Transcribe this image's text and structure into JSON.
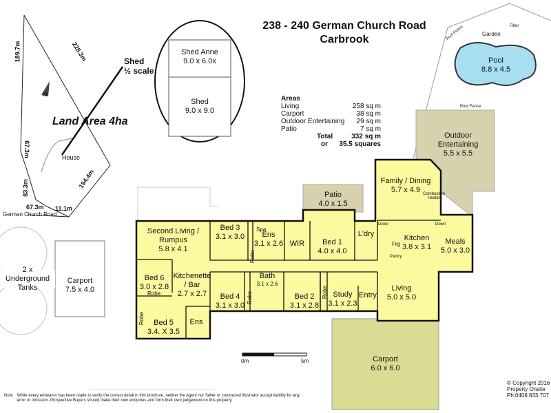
{
  "title": {
    "line1": "238 - 240 German Church Road",
    "line2": "Carbrook"
  },
  "areas": {
    "heading": "Areas",
    "rows": [
      {
        "label": "Living",
        "value": "258 sq m"
      },
      {
        "label": "Carport",
        "value": "38 sq m"
      },
      {
        "label": "Outdoor Entertaining",
        "value": "29 sq m"
      },
      {
        "label": "Patio",
        "value": "7 sq m"
      }
    ],
    "total_label": "Total",
    "total_value": "332 sq m",
    "or_label": "or",
    "squares": "35.5 squares"
  },
  "site": {
    "land_area": "Land Area 4ha",
    "house": "House",
    "road": "German Church Road",
    "dims": [
      "228.3m",
      "189.7m",
      "67.3m",
      "83.3m",
      "67.3m",
      "11.1m",
      "194.4m"
    ],
    "north": "N"
  },
  "shed": {
    "label": "Shed",
    "scale": "½ scale",
    "anne_name": "Shed Anne",
    "anne_size": "9.0 x 6.0x",
    "shed_name": "Shed",
    "shed_size": "9.0 x 9.0"
  },
  "pool": {
    "name": "Pool",
    "size": "8.8 x 4.5",
    "garden": "Garden",
    "fence1": "Pool Fence",
    "fence2": "Pool Fence",
    "filter": "Filter"
  },
  "tanks": {
    "label": "2 x Underground Tanks"
  },
  "carport_left": {
    "name": "Carport",
    "size": "7.5 x 4.0"
  },
  "rooms": [
    {
      "name": "Second Living / Rumpus",
      "size": "5.8 x 4.1"
    },
    {
      "name": "Bed 6",
      "size": "3.0 x 2.8"
    },
    {
      "name": "Kitchenette / Bar",
      "size": "2.7 x 2.7"
    },
    {
      "name": "Bed 5",
      "size": "3.4. X 3.5"
    },
    {
      "name": "Ens",
      "size": ""
    },
    {
      "name": "Bed 3",
      "size": "3.1 x 3.0"
    },
    {
      "name": "Ens",
      "size": "3.1 x 2.6"
    },
    {
      "name": "WIR",
      "size": ""
    },
    {
      "name": "Bed 1",
      "size": "4.0 x 4.0"
    },
    {
      "name": "L'dry",
      "size": ""
    },
    {
      "name": "Bed 4",
      "size": "3.1 x 3.0"
    },
    {
      "name": "Bath",
      "size": "3.1 x 2.6"
    },
    {
      "name": "Bed 2",
      "size": "3.1 x 2.8"
    },
    {
      "name": "Study",
      "size": "3.1 x 2.3"
    },
    {
      "name": "Entry",
      "size": ""
    },
    {
      "name": "Family / Dining",
      "size": "5.7 x 4.9"
    },
    {
      "name": "Kitchen",
      "size": "3.8 x 3.1"
    },
    {
      "name": "Meals",
      "size": "5.0 x 3.0"
    },
    {
      "name": "Living",
      "size": "5.0 x 5.0"
    },
    {
      "name": "Patio",
      "size": "4.0 x 1.5"
    },
    {
      "name": "Outdoor Entertaining",
      "size": "5.5 x 5.5"
    },
    {
      "name": "Carport",
      "size": "6.0 x 6.0"
    }
  ],
  "labels": {
    "robe": "Robe",
    "spa": "Spa",
    "frg": "Frg",
    "pantry": "Pantry",
    "down": "Down",
    "heater": "Combustion Heater"
  },
  "scale": {
    "start": "0m",
    "end": "5m"
  },
  "copyright": {
    "line1": "© Copyright 2016",
    "line2": "Property Onsite",
    "line3": "Ph:0408 833 707"
  },
  "note": {
    "label": "Note",
    "text": "While every endeavor has been made to verify the correct detail in this brochure, neither the Agent nor Seller or contracted illustrator accept liability for any error or omission. Prospective Buyers should make their own enquiries and form their own judgement on this property."
  }
}
